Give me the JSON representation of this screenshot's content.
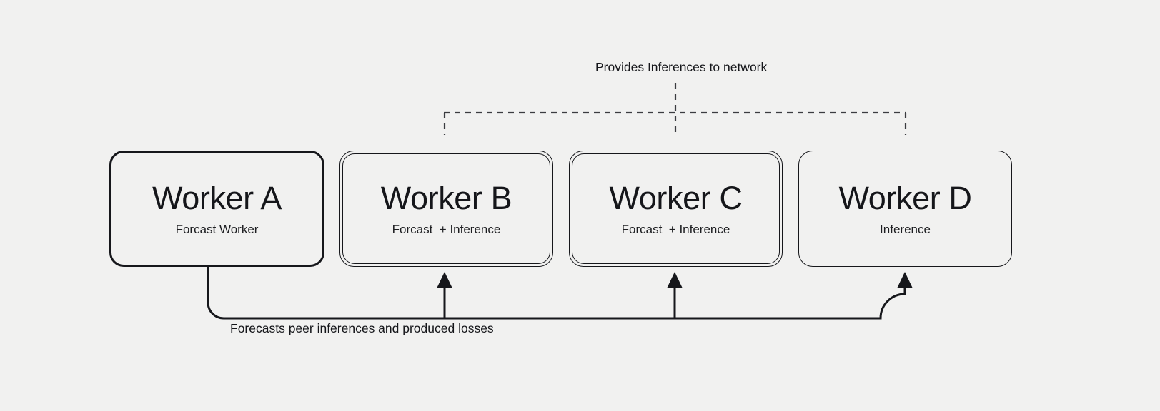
{
  "diagram": {
    "type": "flow-diagram",
    "background_color": "#f1f1f0",
    "stroke_color": "#16171b",
    "annotations": {
      "top_label": "Provides Inferences to network",
      "bottom_label": "Forecasts peer inferences and produced losses"
    },
    "nodes": [
      {
        "id": "worker-a",
        "title": "Worker A",
        "subtitle": "Forcast Worker",
        "border_style": "thick-single"
      },
      {
        "id": "worker-b",
        "title": "Worker B",
        "subtitle": "Forcast  + Inference",
        "border_style": "double"
      },
      {
        "id": "worker-c",
        "title": "Worker C",
        "subtitle": "Forcast  + Inference",
        "border_style": "double"
      },
      {
        "id": "worker-d",
        "title": "Worker D",
        "subtitle": "Inference",
        "border_style": "thin-single"
      }
    ],
    "edges": [
      {
        "id": "inference-bus",
        "style": "dashed",
        "label": "Provides Inferences to network",
        "from": [
          "worker-b",
          "worker-c",
          "worker-d"
        ],
        "to": "network"
      },
      {
        "id": "forecast-bus",
        "style": "solid-arrow",
        "label": "Forecasts peer inferences and produced losses",
        "from": "worker-a",
        "to": [
          "worker-b",
          "worker-c",
          "worker-d"
        ]
      }
    ]
  }
}
